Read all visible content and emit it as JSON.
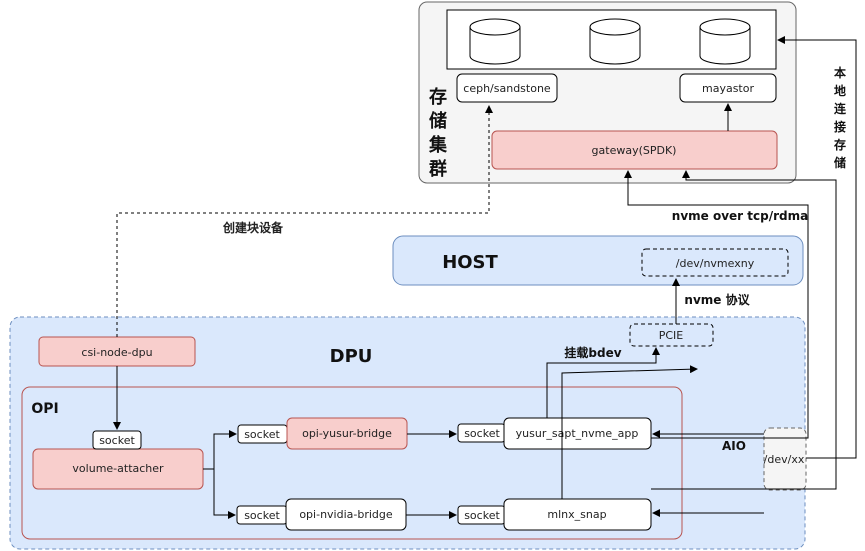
{
  "storage_cluster": {
    "label": "存储集群",
    "ceph_label": "ceph/sandstone",
    "mayastor_label": "mayastor",
    "gateway_label": "gateway(SPDK)"
  },
  "host": {
    "title": "HOST",
    "nvme_dev": "/dev/nvmexny"
  },
  "dpu": {
    "title": "DPU",
    "csi_node": "csi-node-dpu",
    "pcie": "PCIE",
    "dev_xx": "/dev/xx"
  },
  "opi": {
    "title": "OPI",
    "socket_label": "socket",
    "volume_attacher": "volume-attacher",
    "yusur_bridge": "opi-yusur-bridge",
    "nvidia_bridge": "opi-nvidia-bridge",
    "yusur_app": "yusur_sapt_nvme_app",
    "mlnx_snap": "mlnx_snap"
  },
  "edges": {
    "create_block_device": "创建块设备",
    "nvme_over": "nvme over tcp/rdma",
    "nvme_protocol": "nvme 协议",
    "mount_bdev": "挂载bdev",
    "aio": "AIO",
    "local_storage": "本地连接存储"
  }
}
